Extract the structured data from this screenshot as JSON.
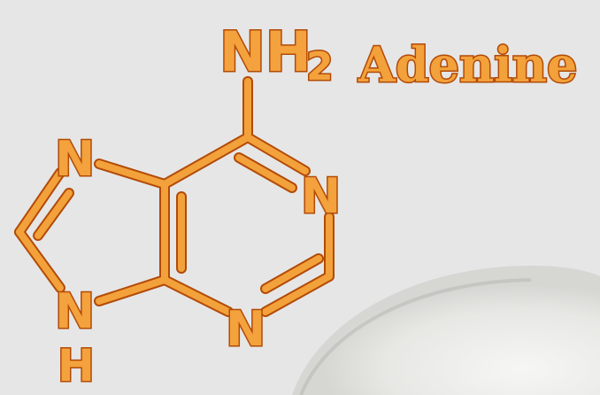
{
  "molecule": {
    "name": "Adenine",
    "amine_group": "NH",
    "amine_subscript": "2",
    "ring_atoms": {
      "n_left_top": "N",
      "n_right_top": "N",
      "n_bottom": "N",
      "n_left_bottom": "N",
      "h_left_bottom": "H"
    }
  },
  "colors": {
    "fill": "#f2a13b",
    "outline": "#b34a06",
    "background": "#e6e6e6"
  }
}
